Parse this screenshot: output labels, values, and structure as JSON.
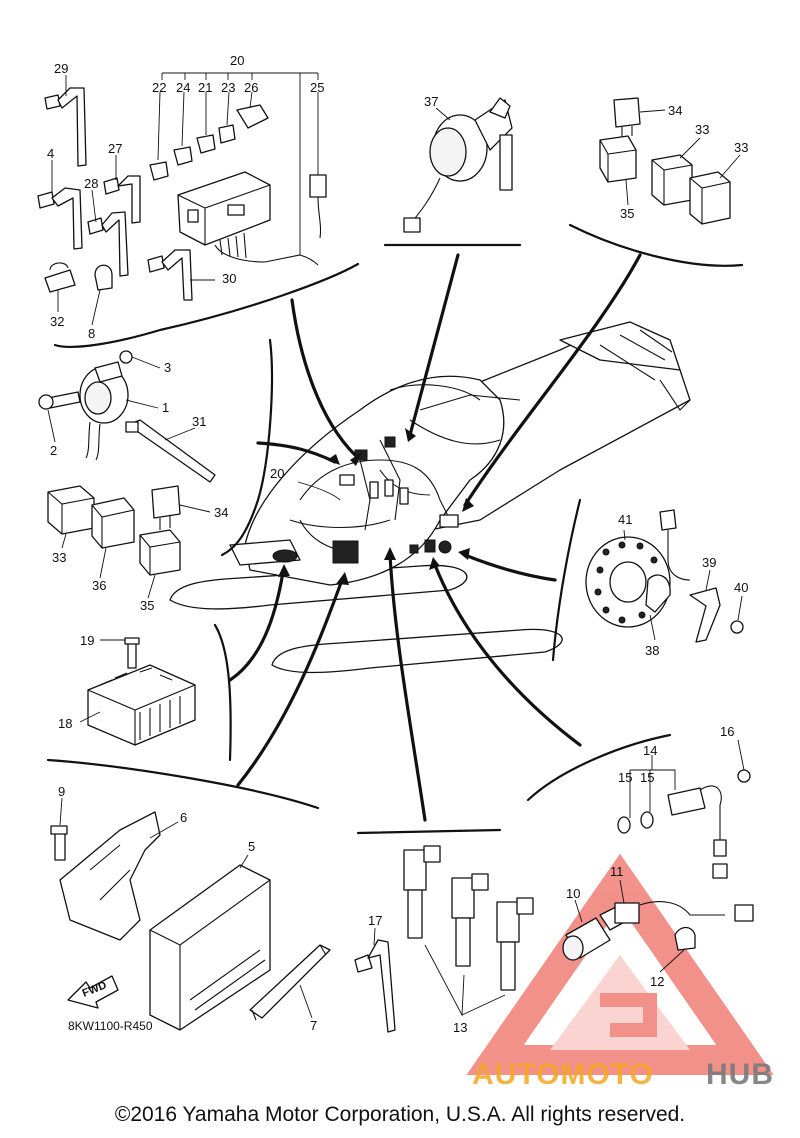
{
  "diagram": {
    "callout_numbers": {
      "n1": "1",
      "n2": "2",
      "n3": "3",
      "n4": "4",
      "n5": "5",
      "n6": "6",
      "n7": "7",
      "n8": "8",
      "n9": "9",
      "n10": "10",
      "n11": "11",
      "n12": "12",
      "n13": "13",
      "n14": "14",
      "n15a": "15",
      "n15b": "15",
      "n16": "16",
      "n17": "17",
      "n18": "18",
      "n19": "19",
      "n20a": "20",
      "n20b": "20",
      "n21": "21",
      "n22": "22",
      "n23": "23",
      "n24": "24",
      "n25": "25",
      "n26": "26",
      "n27": "27",
      "n28": "28",
      "n29": "29",
      "n30": "30",
      "n31": "31",
      "n32": "32",
      "n33a": "33",
      "n33b": "33",
      "n33c": "33",
      "n34a": "34",
      "n34b": "34",
      "n35a": "35",
      "n35b": "35",
      "n36": "36",
      "n37": "37",
      "n38": "38",
      "n39": "39",
      "n40": "40",
      "n41": "41"
    },
    "diagram_code": "8KW1100-R450",
    "fwd_label": "FWD",
    "copyright": "©2016 Yamaha Motor Corporation, U.S.A. All rights reserved.",
    "watermark": {
      "part1": "AUTOMOTO",
      "part2": "HUB"
    }
  },
  "colors": {
    "ink": "#111111",
    "watermark_red": "#e8382c",
    "watermark_orange": "#f5a623",
    "watermark_gray": "#7a7a7a"
  }
}
